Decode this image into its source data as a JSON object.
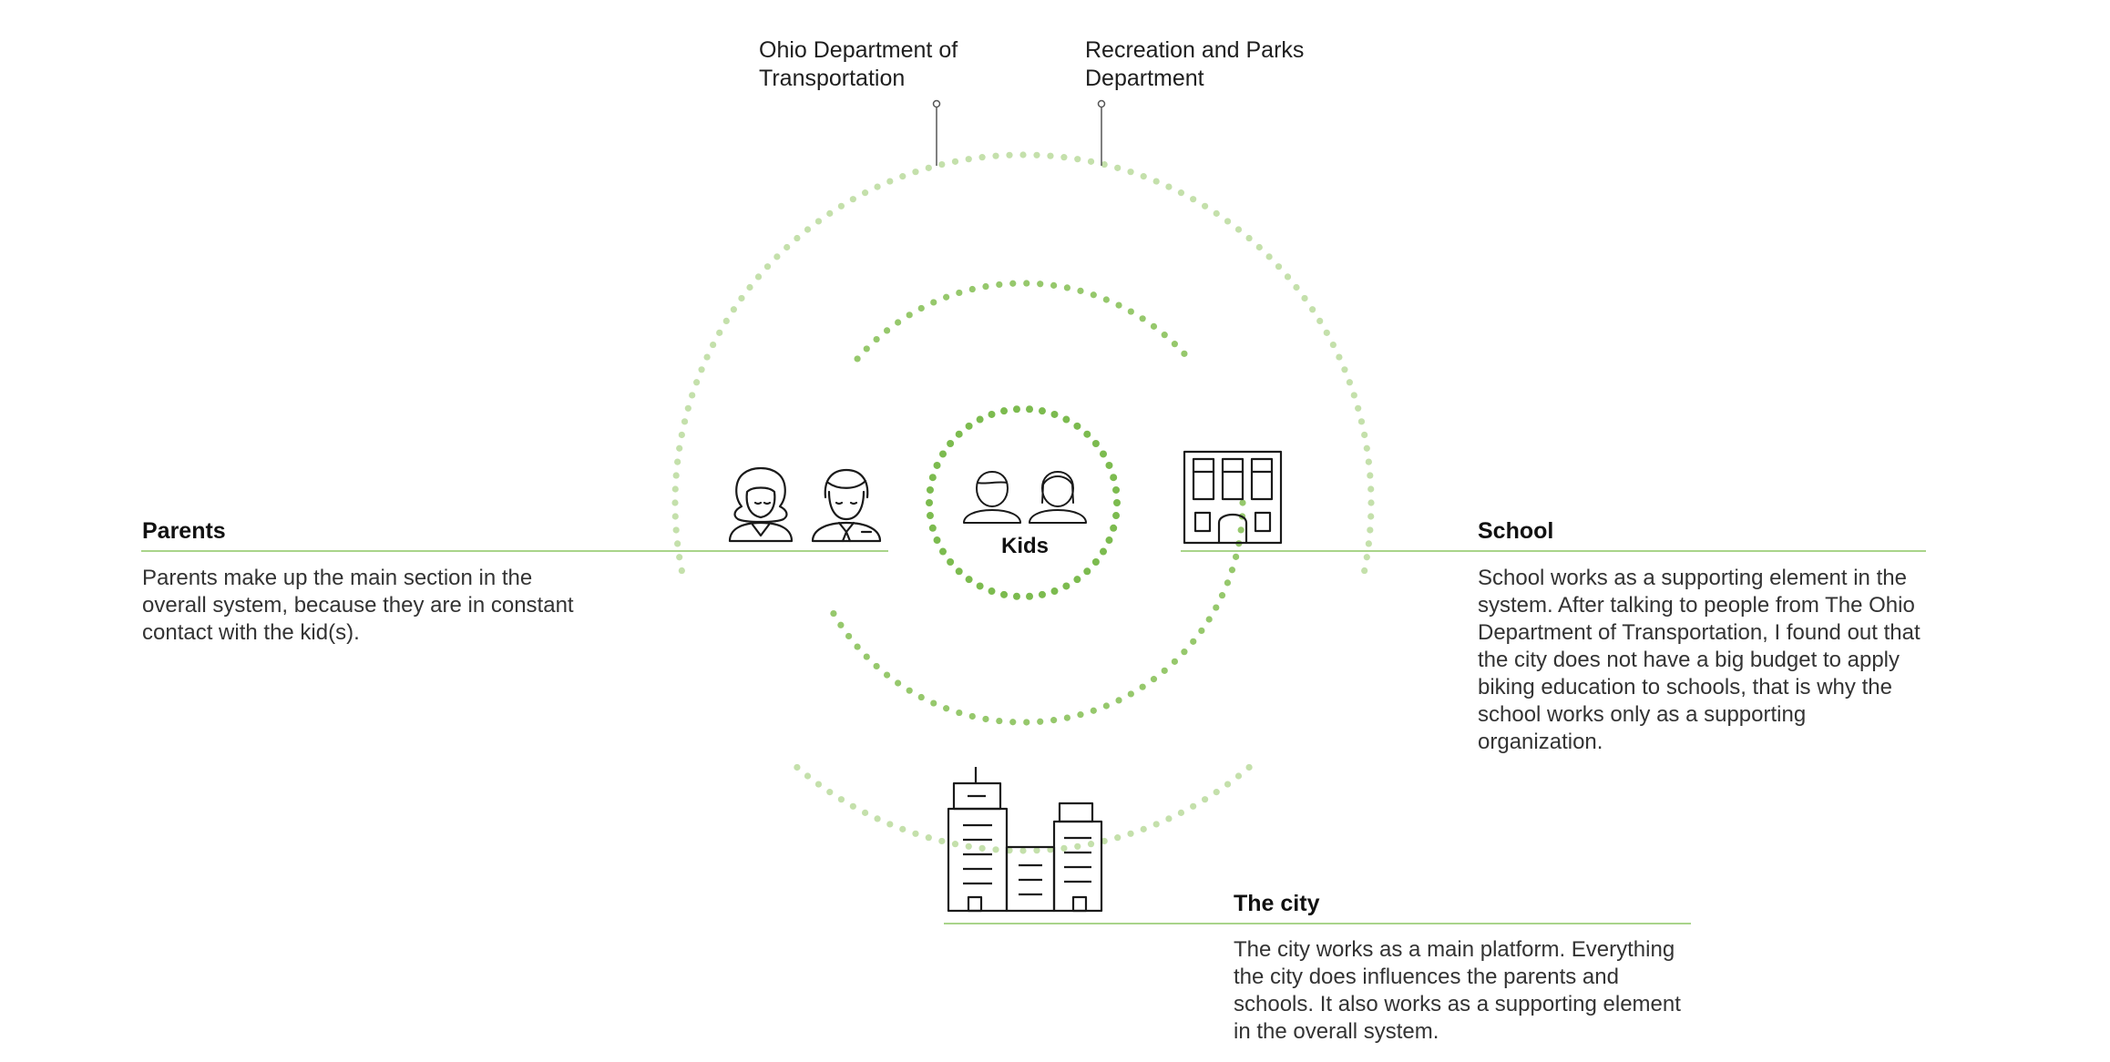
{
  "agencies": [
    {
      "label": "Ohio Department of Transportation"
    },
    {
      "label": "Recreation and Parks Department"
    }
  ],
  "center": {
    "label": "Kids"
  },
  "sections": {
    "parents": {
      "title": "Parents",
      "body": "Parents make up the main section in the overall system, because they are in constant contact with the kid(s)."
    },
    "school": {
      "title": "School",
      "body": "School works as a supporting element in the system. After talking to people from The Ohio Department of Transportation, I found out that the city does not have a big budget to apply biking education to schools, that is why the school works only as a supporting organization."
    },
    "city": {
      "title": "The city",
      "body": "The city works as a main platform. Everything the city does influences the parents and schools. It also works as a supporting element in the overall system."
    }
  },
  "icons": [
    "parents-icon",
    "kids-icon",
    "school-building-icon",
    "city-buildings-icon"
  ],
  "colors": {
    "inner_ring": "#7cbb4f",
    "middle_ring": "#96c86c",
    "outer_ring": "#c4e0ab",
    "divider": "#a9d48a",
    "icon_stroke": "#1a1a1a"
  }
}
